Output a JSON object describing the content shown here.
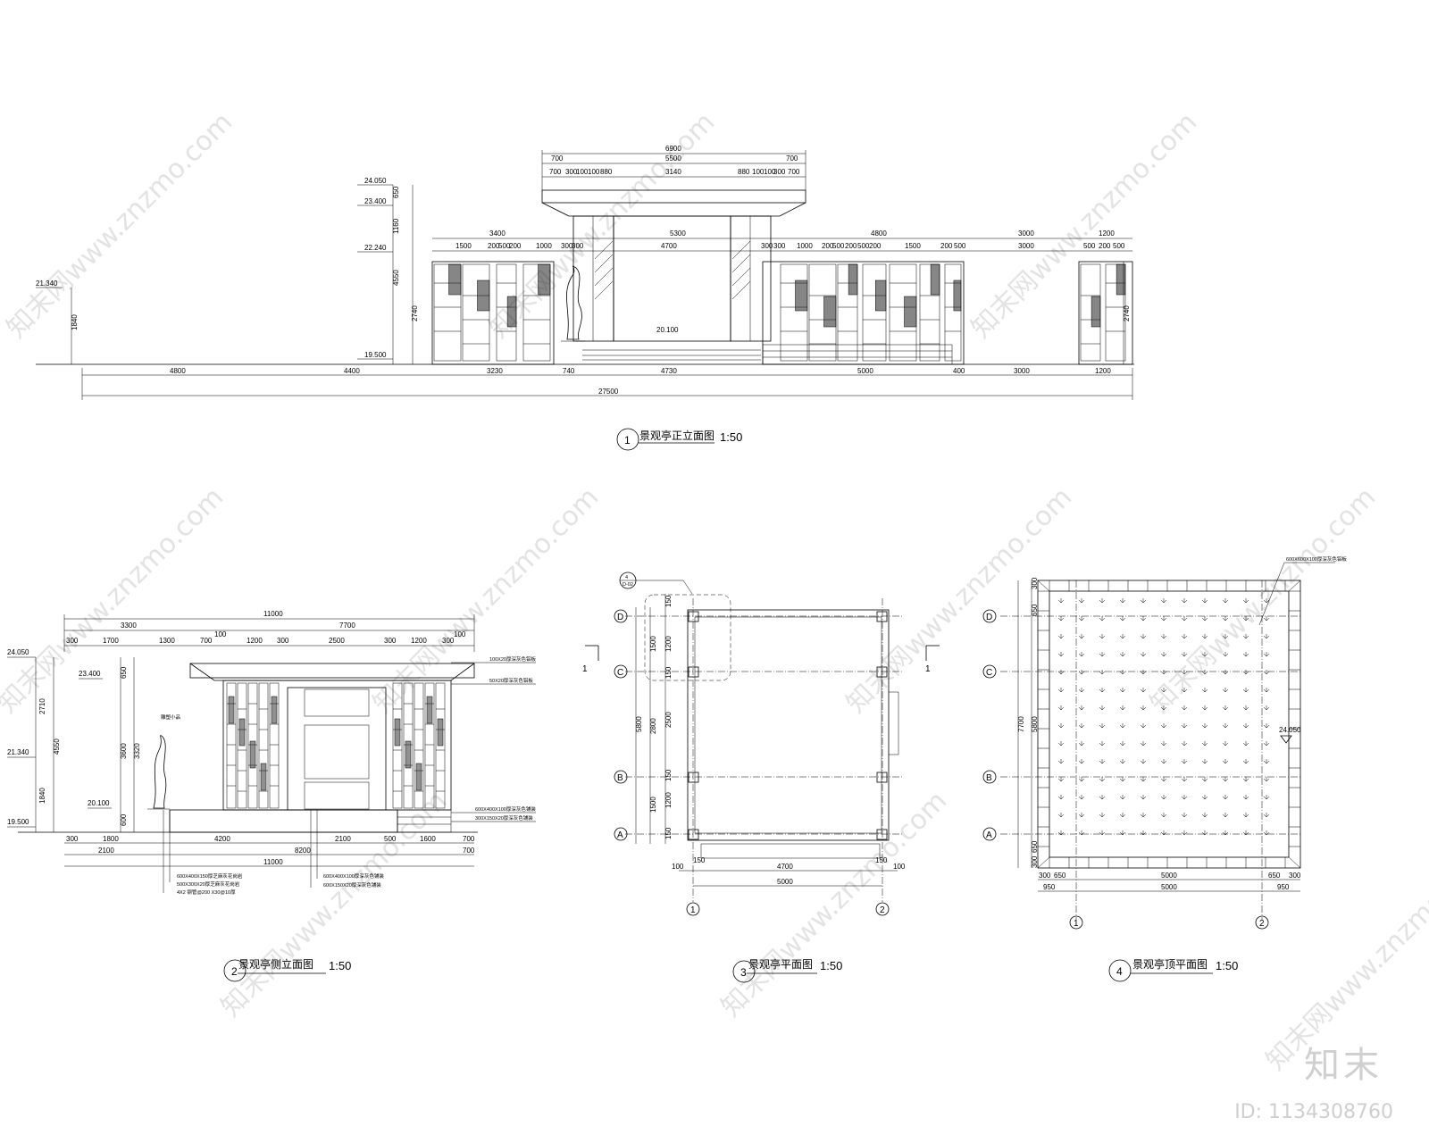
{
  "views": {
    "front": {
      "num": "1",
      "title": "景观亭正立面图",
      "scale": "1:50"
    },
    "side": {
      "num": "2",
      "title": "景观亭侧立面图",
      "scale": "1:50"
    },
    "plan": {
      "num": "3",
      "title": "景观亭平面图",
      "scale": "1:50"
    },
    "roof": {
      "num": "4",
      "title": "景观亭顶平面图",
      "scale": "1:50"
    }
  },
  "front_elevation": {
    "levels": [
      "24.050",
      "23.400",
      "22.240",
      "21.340",
      "19.500",
      "20.100"
    ],
    "vert_dims": [
      "650",
      "1160",
      "4550",
      "2740",
      "1840",
      "2740"
    ],
    "top_dims": [
      "6900",
      "700",
      "5500",
      "700",
      "700",
      "300",
      "100",
      "100",
      "880",
      "3140",
      "880",
      "100",
      "100",
      "300",
      "700"
    ],
    "upper_dims": [
      "3400",
      "5300",
      "4800",
      "3000",
      "1200"
    ],
    "lower_dims": [
      "1500",
      "200",
      "500",
      "200",
      "1000",
      "300",
      "300",
      "4700",
      "300",
      "300",
      "1000",
      "200",
      "500",
      "200",
      "500",
      "200",
      "1500",
      "200",
      "500",
      "3000",
      "500",
      "200",
      "500"
    ],
    "bottom_dims": [
      "4800",
      "4400",
      "3230",
      "740",
      "4730",
      "5000",
      "400",
      "3000",
      "1200"
    ],
    "total_dim": "27500"
  },
  "side_elevation": {
    "top_total": "11000",
    "top_dims": [
      "3300",
      "7700"
    ],
    "top_detail": [
      "300",
      "1700",
      "1300",
      "700",
      "100",
      "1200",
      "300",
      "2500",
      "300",
      "1200",
      "300",
      "100"
    ],
    "levels": [
      "24.050",
      "23.400",
      "21.340",
      "20.100",
      "19.500"
    ],
    "vert_dims": [
      "2710",
      "4550",
      "1840",
      "650",
      "3600",
      "3320",
      "600"
    ],
    "notes_right": [
      "100X20厚深灰色铝板",
      "50X20厚深灰色铝板",
      "600X400X100厚深灰色铺装",
      "300X150X20厚深灰色铺装"
    ],
    "sculpture_label": "雕塑小品",
    "bottom_dims": [
      "300",
      "1800",
      "4200",
      "2100",
      "500",
      "1600",
      "700"
    ],
    "bottom_dims2": [
      "2100",
      "8200",
      "700"
    ],
    "bottom_total": "11000",
    "notes_bottom": [
      "600X400X150厚芝麻灰花岗岩",
      "500X300X20厚芝麻灰花岗岩",
      "4X2 钢管@200 X30@10厚",
      "600X400X100厚深灰色铺装",
      "600X150X20厚深灰色铺装"
    ]
  },
  "plan": {
    "grid_rows": [
      "D",
      "C",
      "B",
      "A"
    ],
    "grid_cols": [
      "1",
      "2"
    ],
    "section": "1",
    "detail_ref": {
      "num": "4",
      "sheet": "D-02"
    },
    "vert_dims": [
      "150",
      "1500",
      "1200",
      "150",
      "2500",
      "150",
      "1200",
      "1500",
      "150",
      "5800",
      "2800"
    ],
    "horiz_dims": [
      "100",
      "150",
      "4700",
      "150",
      "100",
      "5000"
    ]
  },
  "roof": {
    "grid_rows": [
      "D",
      "C",
      "B",
      "A"
    ],
    "grid_cols": [
      "1",
      "2"
    ],
    "level": "24.050",
    "note": "600X600X100厚深灰色铝板",
    "vert_dims": [
      "300",
      "650",
      "7700",
      "5800",
      "650",
      "300"
    ],
    "horiz_dims": [
      "300",
      "650",
      "5000",
      "650",
      "300",
      "950",
      "5000",
      "950"
    ]
  },
  "watermark": "知末网www.znzmo.com",
  "brand": "知末",
  "id_label": "ID: 1134308760"
}
